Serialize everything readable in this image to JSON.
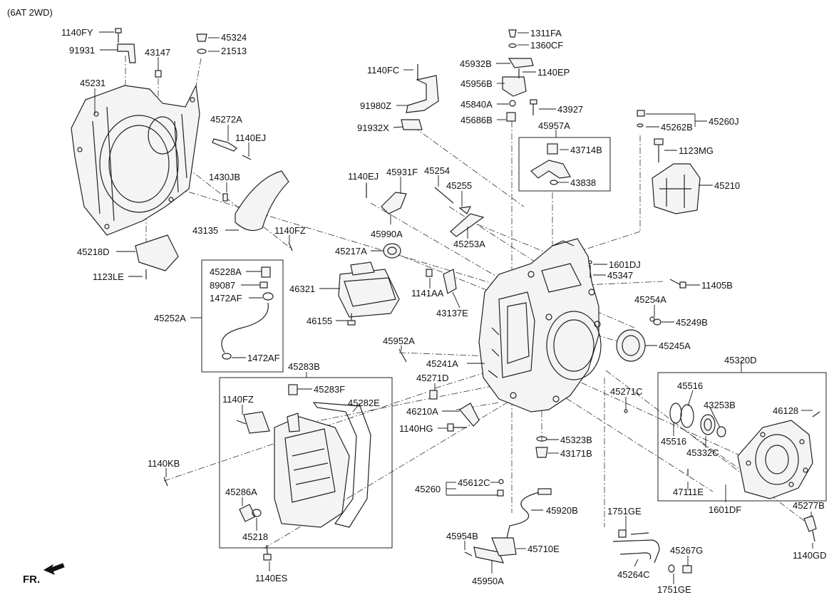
{
  "variant": "(6AT 2WD)",
  "fr_label": "FR.",
  "callouts": [
    {
      "id": "c1140FY_a",
      "label": "1140FY"
    },
    {
      "id": "c91931",
      "label": "91931"
    },
    {
      "id": "c43147",
      "label": "43147"
    },
    {
      "id": "c45324",
      "label": "45324"
    },
    {
      "id": "c21513",
      "label": "21513"
    },
    {
      "id": "c45231",
      "label": "45231"
    },
    {
      "id": "c45272A",
      "label": "45272A"
    },
    {
      "id": "c1140EJ_a",
      "label": "1140EJ"
    },
    {
      "id": "c1430JB",
      "label": "1430JB"
    },
    {
      "id": "c43135",
      "label": "43135"
    },
    {
      "id": "c1140FZ_a",
      "label": "1140FZ"
    },
    {
      "id": "c45218D",
      "label": "45218D"
    },
    {
      "id": "c1123LE",
      "label": "1123LE"
    },
    {
      "id": "c45228A",
      "label": "45228A"
    },
    {
      "id": "c89087",
      "label": "89087"
    },
    {
      "id": "c1472AF_a",
      "label": "1472AF"
    },
    {
      "id": "c45252A",
      "label": "45252A"
    },
    {
      "id": "c1472AF_b",
      "label": "1472AF"
    },
    {
      "id": "c1140FC",
      "label": "1140FC"
    },
    {
      "id": "c91980Z",
      "label": "91980Z"
    },
    {
      "id": "c91932X",
      "label": "91932X"
    },
    {
      "id": "c1311FA",
      "label": "1311FA"
    },
    {
      "id": "c1360CF",
      "label": "1360CF"
    },
    {
      "id": "c45932B",
      "label": "45932B"
    },
    {
      "id": "c45956B",
      "label": "45956B"
    },
    {
      "id": "c1140EP",
      "label": "1140EP"
    },
    {
      "id": "c45840A",
      "label": "45840A"
    },
    {
      "id": "c43927",
      "label": "43927"
    },
    {
      "id": "c45686B",
      "label": "45686B"
    },
    {
      "id": "c45957A",
      "label": "45957A"
    },
    {
      "id": "c43714B",
      "label": "43714B"
    },
    {
      "id": "c43838",
      "label": "43838"
    },
    {
      "id": "c45260J",
      "label": "45260J"
    },
    {
      "id": "c45262B",
      "label": "45262B"
    },
    {
      "id": "c1123MG",
      "label": "1123MG"
    },
    {
      "id": "c45210",
      "label": "45210"
    },
    {
      "id": "c1140EJ_b",
      "label": "1140EJ"
    },
    {
      "id": "c45931F",
      "label": "45931F"
    },
    {
      "id": "c45254",
      "label": "45254"
    },
    {
      "id": "c45255",
      "label": "45255"
    },
    {
      "id": "c45990A",
      "label": "45990A"
    },
    {
      "id": "c45253A",
      "label": "45253A"
    },
    {
      "id": "c45217A",
      "label": "45217A"
    },
    {
      "id": "c46321",
      "label": "46321"
    },
    {
      "id": "c1141AA",
      "label": "1141AA"
    },
    {
      "id": "c43137E",
      "label": "43137E"
    },
    {
      "id": "c46155",
      "label": "46155"
    },
    {
      "id": "c1601DJ",
      "label": "1601DJ"
    },
    {
      "id": "c45347",
      "label": "45347"
    },
    {
      "id": "c11405B",
      "label": "11405B"
    },
    {
      "id": "c45254A",
      "label": "45254A"
    },
    {
      "id": "c45249B",
      "label": "45249B"
    },
    {
      "id": "c45245A",
      "label": "45245A"
    },
    {
      "id": "c45952A",
      "label": "45952A"
    },
    {
      "id": "c45241A",
      "label": "45241A"
    },
    {
      "id": "c45271D",
      "label": "45271D"
    },
    {
      "id": "c45283B",
      "label": "45283B"
    },
    {
      "id": "c45283F",
      "label": "45283F"
    },
    {
      "id": "c1140FZ_b",
      "label": "1140FZ"
    },
    {
      "id": "c45282E",
      "label": "45282E"
    },
    {
      "id": "c46210A",
      "label": "46210A"
    },
    {
      "id": "c1140HG",
      "label": "1140HG"
    },
    {
      "id": "c45320D",
      "label": "45320D"
    },
    {
      "id": "c45516_a",
      "label": "45516"
    },
    {
      "id": "c43253B",
      "label": "43253B"
    },
    {
      "id": "c46128",
      "label": "46128"
    },
    {
      "id": "c45516_b",
      "label": "45516"
    },
    {
      "id": "c45332C",
      "label": "45332C"
    },
    {
      "id": "c47111E",
      "label": "47111E"
    },
    {
      "id": "c1601DF",
      "label": "1601DF"
    },
    {
      "id": "c45271C",
      "label": "45271C"
    },
    {
      "id": "c45323B",
      "label": "45323B"
    },
    {
      "id": "c43171B",
      "label": "43171B"
    },
    {
      "id": "c1140KB",
      "label": "1140KB"
    },
    {
      "id": "c45286A",
      "label": "45286A"
    },
    {
      "id": "c45218",
      "label": "45218"
    },
    {
      "id": "c45260",
      "label": "45260"
    },
    {
      "id": "c45612C",
      "label": "45612C"
    },
    {
      "id": "c45920B",
      "label": "45920B"
    },
    {
      "id": "c1751GE_a",
      "label": "1751GE"
    },
    {
      "id": "c45277B",
      "label": "45277B"
    },
    {
      "id": "c45954B",
      "label": "45954B"
    },
    {
      "id": "c45710E",
      "label": "45710E"
    },
    {
      "id": "c45267G",
      "label": "45267G"
    },
    {
      "id": "c45950A",
      "label": "45950A"
    },
    {
      "id": "c45264C",
      "label": "45264C"
    },
    {
      "id": "c1751GE_b",
      "label": "1751GE"
    },
    {
      "id": "c1140GD",
      "label": "1140GD"
    },
    {
      "id": "c1140ES",
      "label": "1140ES"
    }
  ]
}
